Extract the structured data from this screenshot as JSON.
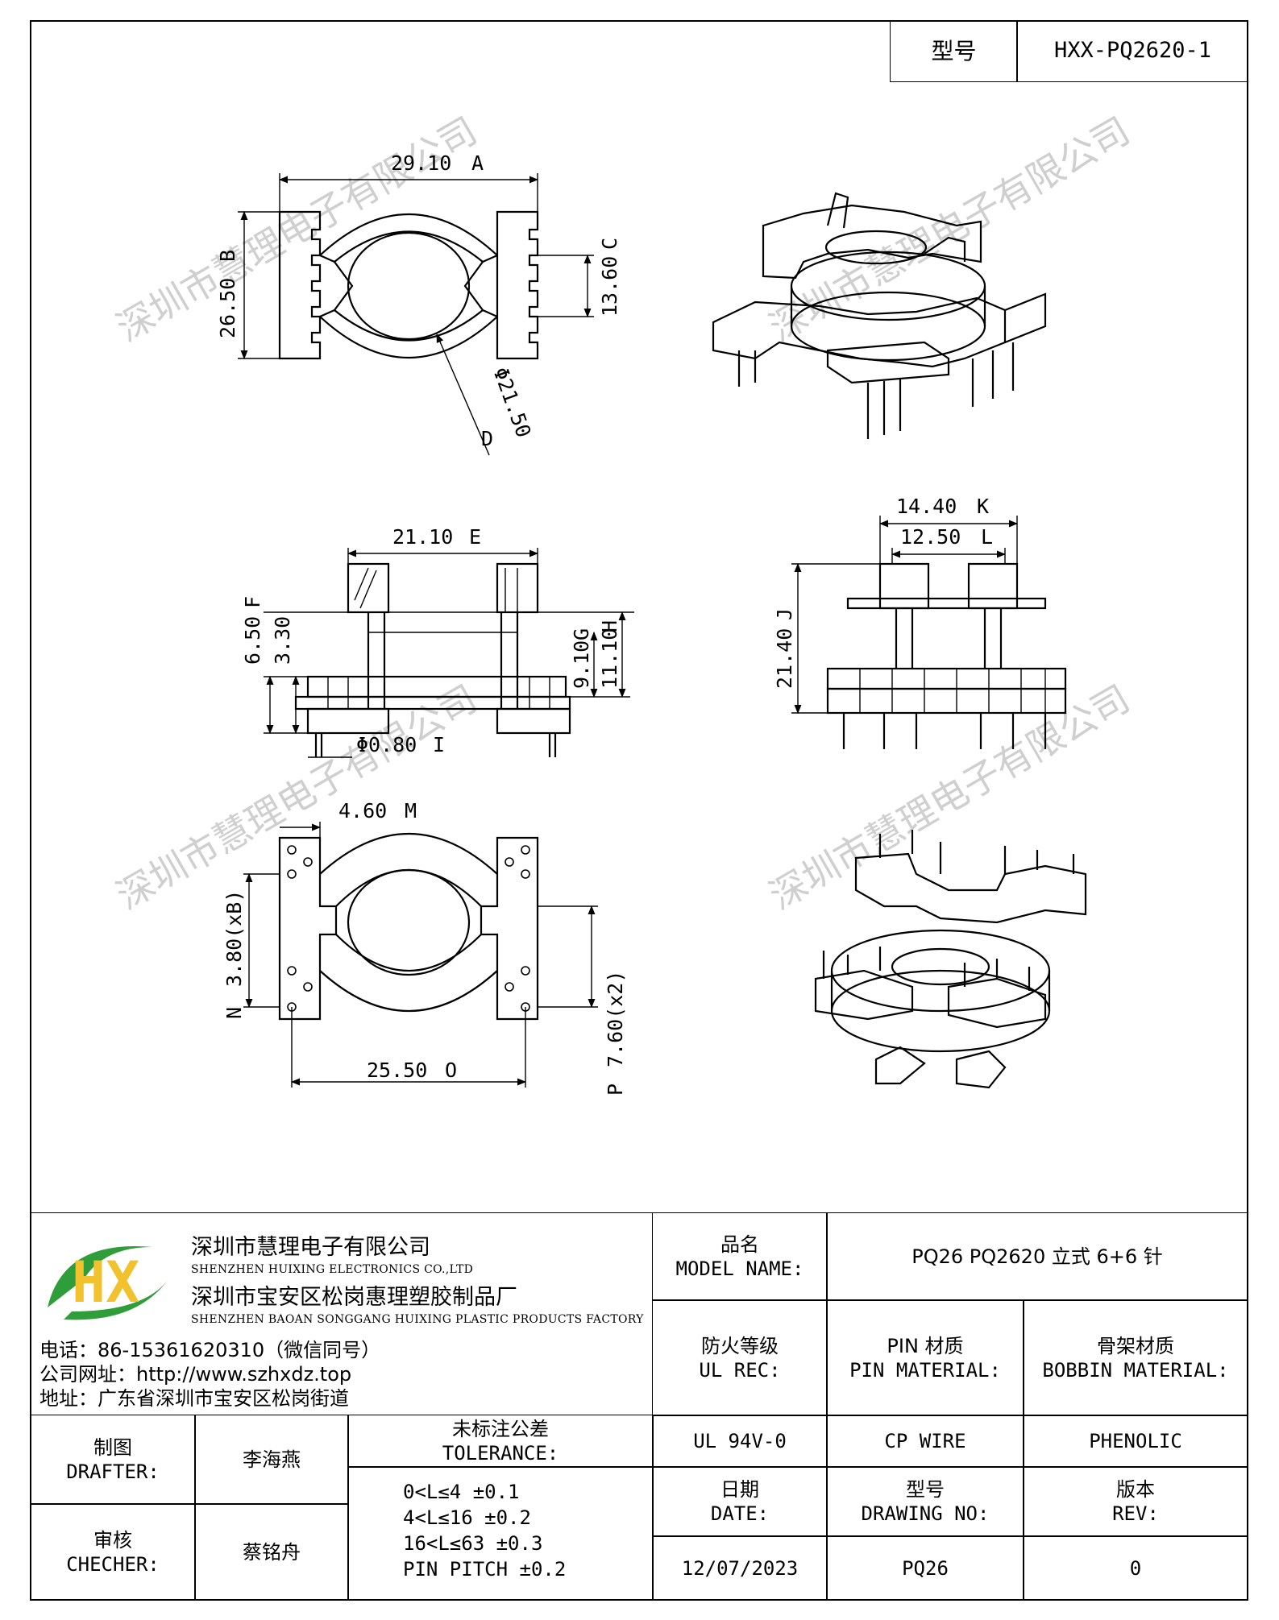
{
  "header": {
    "model_label": "型号",
    "model_value": "HXX-PQ2620-1"
  },
  "watermark": "深圳市慧理电子有限公司",
  "dimensions": {
    "A": "29.10",
    "A_tag": "A",
    "B": "26.50",
    "B_tag": "B",
    "C": "13.60",
    "C_tag": "C",
    "D": "Φ21.50",
    "D_tag": "D",
    "E": "21.10",
    "E_tag": "E",
    "F": "6.50",
    "F_tag": "F",
    "F2": "3.30",
    "G": "9.10",
    "G_tag": "G",
    "H": "11.10",
    "H_tag": "H",
    "I": "Φ0.80",
    "I_tag": "I",
    "J": "21.40",
    "J_tag": "J",
    "K": "14.40",
    "K_tag": "K",
    "L": "12.50",
    "L_tag": "L",
    "M": "4.60",
    "M_tag": "M",
    "N": "3.80(xB)",
    "N_tag": "N",
    "O": "25.50",
    "O_tag": "O",
    "P": "7.60(x2)",
    "P_tag": "P"
  },
  "company": {
    "logo_text": "HX",
    "name_cn_1": "深圳市慧理电子有限公司",
    "name_en_1": "SHENZHEN HUIXING ELECTRONICS CO.,LTD",
    "name_cn_2": "深圳市宝安区松岗惠理塑胶制品厂",
    "name_en_2": "SHENZHEN BAOAN SONGGANG HUIXING PLASTIC PRODUCTS FACTORY",
    "phone": "电话：86-15361620310（微信同号）",
    "website": "公司网址：http://www.szhxdz.top",
    "address": "地址：广东省深圳市宝安区松岗街道"
  },
  "title_block": {
    "model_name_cn": "品名",
    "model_name_en": "MODEL NAME:",
    "model_name_value": "PQ26 PQ2620 立式 6+6 针",
    "ul_cn": "防火等级",
    "ul_en": "UL REC:",
    "ul_value": "UL 94V-0",
    "pin_cn": "PIN 材质",
    "pin_en": "PIN MATERIAL:",
    "pin_value": "CP WIRE",
    "bobbin_cn": "骨架材质",
    "bobbin_en": "BOBBIN MATERIAL:",
    "bobbin_value": "PHENOLIC",
    "date_cn": "日期",
    "date_en": "DATE:",
    "date_value": "12/07/2023",
    "drawing_cn": "型号",
    "drawing_en": "DRAWING NO:",
    "drawing_value": "PQ26",
    "rev_cn": "版本",
    "rev_en": "REV:",
    "rev_value": "0",
    "drafter_cn": "制图",
    "drafter_en": "DRAFTER:",
    "drafter_value": "李海燕",
    "checker_cn": "审核",
    "checker_en": "CHECHER:",
    "checker_value": "蔡铭舟",
    "tolerance_cn": "未标注公差",
    "tolerance_en": "TOLERANCE:",
    "tolerances": [
      "0<L≤4  ±0.1",
      "4<L≤16 ±0.2",
      "16<L≤63 ±0.3",
      "PIN PITCH ±0.2"
    ]
  }
}
